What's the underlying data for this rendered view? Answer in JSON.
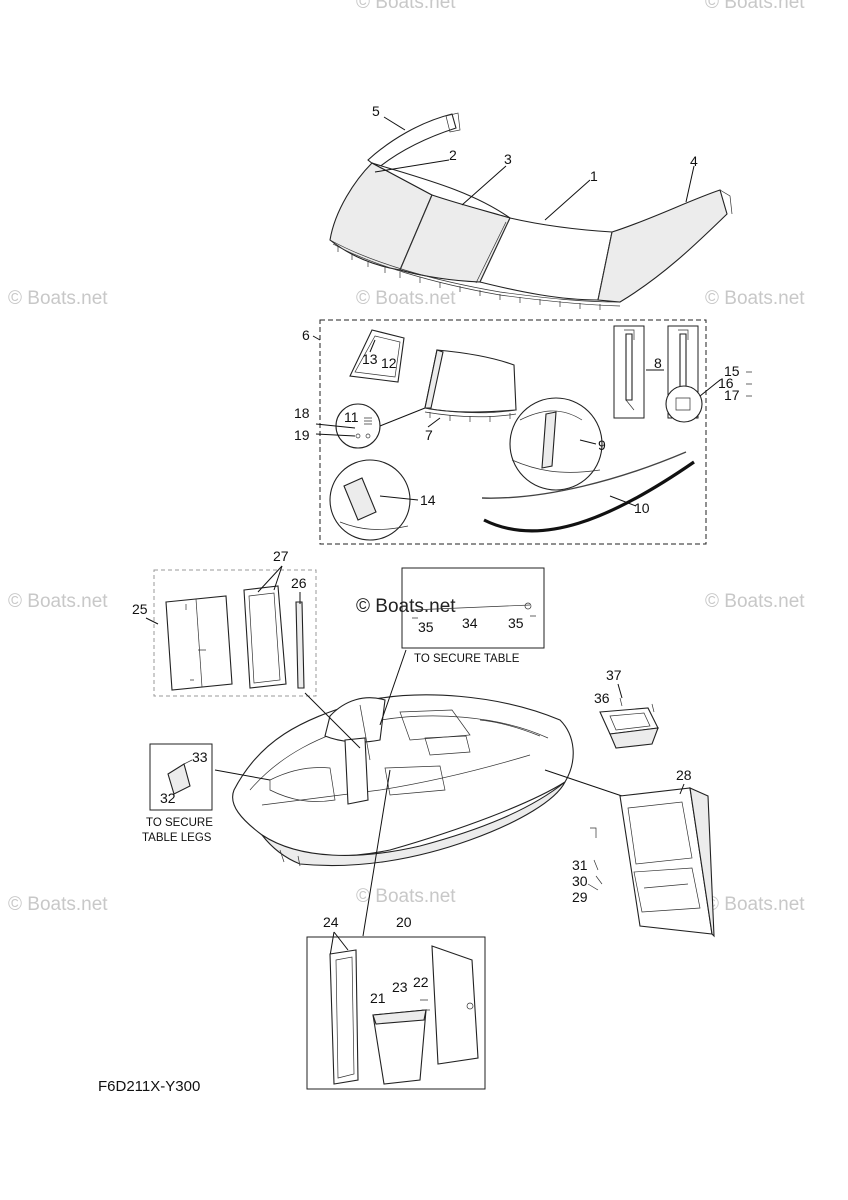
{
  "diagram_code": "F6D211X-Y300",
  "watermark": "© Boats.net",
  "notes": {
    "secure_table": "TO SECURE TABLE",
    "secure_table_legs_line1": "TO SECURE",
    "secure_table_legs_line2": "TABLE LEGS"
  },
  "callouts": {
    "c1": "1",
    "c2": "2",
    "c3": "3",
    "c4": "4",
    "c5": "5",
    "c6": "6",
    "c7": "7",
    "c8": "8",
    "c9": "9",
    "c10": "10",
    "c11": "11",
    "c12": "12",
    "c13": "13",
    "c14": "14",
    "c15": "15",
    "c16": "16",
    "c17": "17",
    "c18": "18",
    "c19": "19",
    "c20": "20",
    "c21": "21",
    "c22": "22",
    "c23": "23",
    "c24": "24",
    "c25": "25",
    "c26": "26",
    "c27": "27",
    "c28": "28",
    "c29": "29",
    "c30": "30",
    "c31": "31",
    "c32": "32",
    "c33": "33",
    "c34": "34",
    "c35a": "35",
    "c35b": "35",
    "c36": "36",
    "c37": "37"
  }
}
